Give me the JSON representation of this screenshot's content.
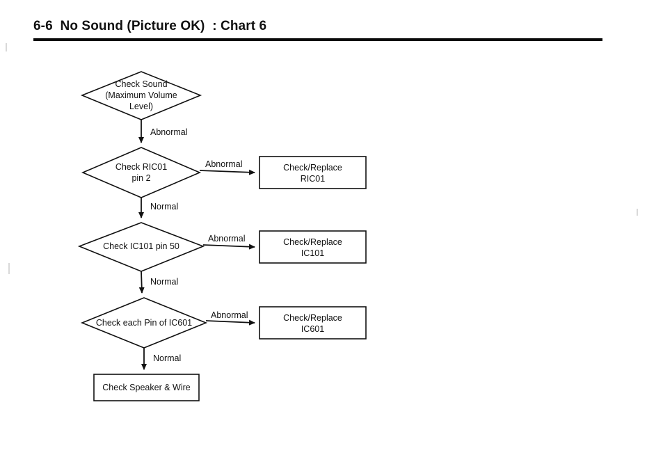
{
  "page": {
    "title": "6-6  No Sound (Picture OK)  : Chart 6",
    "section_number": "6-6",
    "section_name": "No Sound (Picture OK)",
    "chart_name": "Chart 6",
    "background_color": "#ffffff",
    "ink_color": "#111111"
  },
  "chart_data": {
    "type": "diagram",
    "diagram_kind": "troubleshooting-flowchart",
    "title": "6-6  No Sound (Picture OK)  : Chart 6",
    "orientation": "top-to-bottom",
    "nodes": [
      {
        "id": "start",
        "shape": "diamond",
        "text": "Check Sound\n(Maximum Volume\nLevel)",
        "lines": [
          "Check Sound",
          "(Maximum Volume",
          "Level)"
        ]
      },
      {
        "id": "check-ric01",
        "shape": "diamond",
        "text": "Check RIC01\npin 2",
        "lines": [
          "Check RIC01",
          "pin 2"
        ]
      },
      {
        "id": "replace-ric01",
        "shape": "rectangle",
        "text": "Check/Replace\nRIC01",
        "lines": [
          "Check/Replace",
          "RIC01"
        ]
      },
      {
        "id": "check-ic101",
        "shape": "diamond",
        "text": "Check IC101 pin 50",
        "lines": [
          "Check IC101 pin 50"
        ]
      },
      {
        "id": "replace-ic101",
        "shape": "rectangle",
        "text": "Check/Replace\nIC101",
        "lines": [
          "Check/Replace",
          "IC101"
        ]
      },
      {
        "id": "check-ic601",
        "shape": "diamond",
        "text": "Check each Pin of IC601",
        "lines": [
          "Check each Pin of IC601"
        ]
      },
      {
        "id": "replace-ic601",
        "shape": "rectangle",
        "text": "Check/Replace\nIC601",
        "lines": [
          "Check/Replace",
          "IC601"
        ]
      },
      {
        "id": "check-speaker",
        "shape": "rectangle",
        "text": "Check Speaker & Wire",
        "lines": [
          "Check Speaker & Wire"
        ]
      }
    ],
    "edges": [
      {
        "from": "start",
        "to": "check-ric01",
        "label": "Abnormal",
        "direction": "down"
      },
      {
        "from": "check-ric01",
        "to": "replace-ric01",
        "label": "Abnormal",
        "direction": "right"
      },
      {
        "from": "check-ric01",
        "to": "check-ic101",
        "label": "Normal",
        "direction": "down"
      },
      {
        "from": "check-ic101",
        "to": "replace-ic101",
        "label": "Abnormal",
        "direction": "right"
      },
      {
        "from": "check-ic101",
        "to": "check-ic601",
        "label": "Normal",
        "direction": "down"
      },
      {
        "from": "check-ic601",
        "to": "replace-ic601",
        "label": "Abnormal",
        "direction": "right"
      },
      {
        "from": "check-ic601",
        "to": "check-speaker",
        "label": "Normal",
        "direction": "down"
      }
    ]
  }
}
